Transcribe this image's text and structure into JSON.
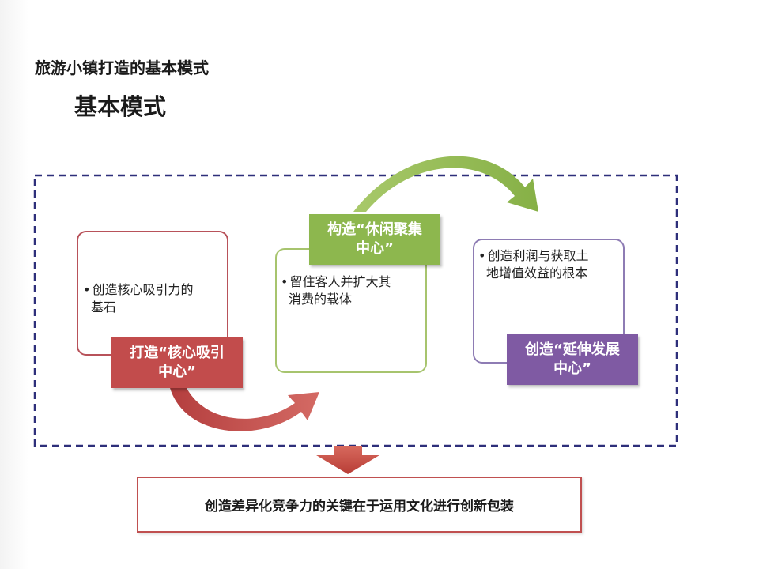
{
  "header": {
    "title": "旅游小镇打造的基本模式",
    "section": "基本模式"
  },
  "steps": [
    {
      "label_line1": "打造“核心吸引",
      "label_line2": "中心”",
      "bullet": "•",
      "text_line1": "创造核心吸引力的",
      "text_line2": "基石",
      "color": "#c24c4c"
    },
    {
      "label_line1": "构造“休闲聚集",
      "label_line2": "中心”",
      "bullet": "•",
      "text_line1": "留住客人并扩大其",
      "text_line2": "消费的载体",
      "color": "#8db74e"
    },
    {
      "label_line1": "创造“延伸发展",
      "label_line2": "中心”",
      "bullet": "•",
      "text_line1": "创造利润与获取土",
      "text_line2": "地增值效益的根本",
      "color": "#7f5aa3"
    }
  ],
  "conclusion": {
    "text": "创造差异化竞争力的关键在于运用文化进行创新包装"
  },
  "colors": {
    "frame_dash": "#2e2f7a",
    "down_arrow": "#c8504a",
    "arrow_red": "#c24c4c",
    "arrow_green": "#9bbe55"
  }
}
